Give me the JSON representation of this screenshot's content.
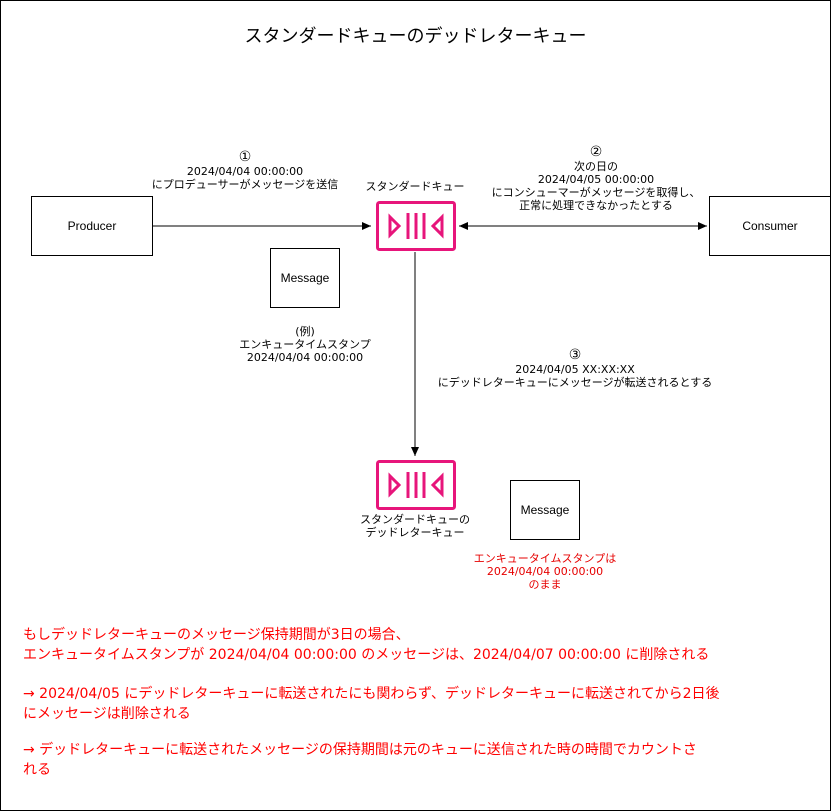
{
  "title": "スタンダードキューのデッドレターキュー",
  "nodes": {
    "producer": "Producer",
    "consumer": "Consumer",
    "message_top": "Message",
    "message_bottom": "Message"
  },
  "queue_labels": {
    "standard": "スタンダードキュー",
    "dlq_line1": "スタンダードキューの",
    "dlq_line2": "デッドレターキュー"
  },
  "steps": {
    "s1": {
      "num": "①",
      "line1": "2024/04/04 00:00:00",
      "line2": "にプロデューサーがメッセージを送信"
    },
    "s2": {
      "num": "②",
      "line1": "次の日の",
      "line2": "2024/04/05 00:00:00",
      "line3": "にコンシューマーがメッセージを取得し、",
      "line4": "正常に処理できなかったとする"
    },
    "s3": {
      "num": "③",
      "line1": "2024/04/05 XX:XX:XX",
      "line2": "にデッドレターキューにメッセージが転送されるとする"
    }
  },
  "example": {
    "line1": "(例)",
    "line2": "エンキュータイムスタンプ",
    "line3": "2024/04/04 00:00:00"
  },
  "dlq_note": {
    "line1": "エンキュータイムスタンプは",
    "line2": "2024/04/04 00:00:00",
    "line3": "のまま"
  },
  "notes": {
    "p1_line1": "もしデッドレターキューのメッセージ保持期間が3日の場合、",
    "p1_line2": "エンキュータイムスタンプが 2024/04/04 00:00:00 のメッセージは、2024/04/07 00:00:00 に削除される",
    "p2_line1": "→ 2024/04/05 にデッドレターキューに転送されたにも関わらず、デッドレターキューに転送されてから2日後",
    "p2_line2": "にメッセージは削除される",
    "p3_line1": "→ デッドレターキューに転送されたメッセージの保持期間は元のキューに送信された時の時間でカウントさ",
    "p3_line2": "れる"
  },
  "colors": {
    "queue": "#e7157b",
    "note": "#ff0000",
    "line": "#000000"
  },
  "icons": {
    "queue": "sqs-queue-icon"
  }
}
